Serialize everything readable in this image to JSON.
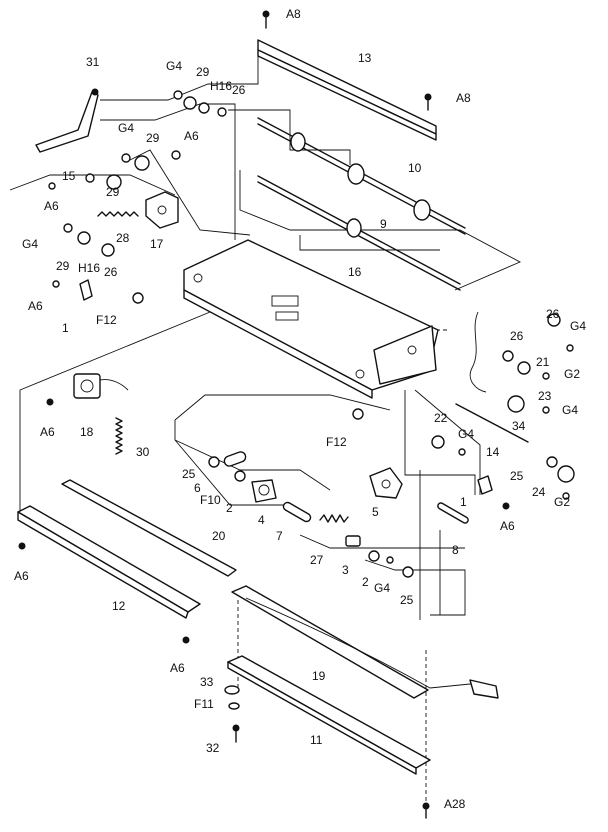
{
  "callouts": [
    {
      "id": "A8-top",
      "text": "A8"
    },
    {
      "id": "13",
      "text": "13"
    },
    {
      "id": "A8-right",
      "text": "A8"
    },
    {
      "id": "31",
      "text": "31"
    },
    {
      "id": "G4-a",
      "text": "G4"
    },
    {
      "id": "29-a",
      "text": "29"
    },
    {
      "id": "H16-a",
      "text": "H16"
    },
    {
      "id": "26-a",
      "text": "26"
    },
    {
      "id": "G4-b",
      "text": "G4"
    },
    {
      "id": "29-b",
      "text": "29"
    },
    {
      "id": "A6-a",
      "text": "A6"
    },
    {
      "id": "10",
      "text": "10"
    },
    {
      "id": "15",
      "text": "15"
    },
    {
      "id": "29-c",
      "text": "29"
    },
    {
      "id": "A6-b",
      "text": "A6"
    },
    {
      "id": "9",
      "text": "9"
    },
    {
      "id": "G4-c",
      "text": "G4"
    },
    {
      "id": "28",
      "text": "28"
    },
    {
      "id": "17",
      "text": "17"
    },
    {
      "id": "29-d",
      "text": "29"
    },
    {
      "id": "H16-b",
      "text": "H16"
    },
    {
      "id": "26-b",
      "text": "26"
    },
    {
      "id": "16",
      "text": "16"
    },
    {
      "id": "A6-c",
      "text": "A6"
    },
    {
      "id": "F12-a",
      "text": "F12"
    },
    {
      "id": "1-a",
      "text": "1"
    },
    {
      "id": "26-c",
      "text": "26"
    },
    {
      "id": "G4-d",
      "text": "G4"
    },
    {
      "id": "26-d",
      "text": "26"
    },
    {
      "id": "21",
      "text": "21"
    },
    {
      "id": "G2-a",
      "text": "G2"
    },
    {
      "id": "23",
      "text": "23"
    },
    {
      "id": "A6-d",
      "text": "A6"
    },
    {
      "id": "18",
      "text": "18"
    },
    {
      "id": "G4-e",
      "text": "G4"
    },
    {
      "id": "34",
      "text": "34"
    },
    {
      "id": "22",
      "text": "22"
    },
    {
      "id": "G4-f",
      "text": "G4"
    },
    {
      "id": "F12-b",
      "text": "F12"
    },
    {
      "id": "14",
      "text": "14"
    },
    {
      "id": "30",
      "text": "30"
    },
    {
      "id": "25-a",
      "text": "25"
    },
    {
      "id": "6",
      "text": "6"
    },
    {
      "id": "F10",
      "text": "F10"
    },
    {
      "id": "2-a",
      "text": "2"
    },
    {
      "id": "25-b",
      "text": "25"
    },
    {
      "id": "24",
      "text": "24"
    },
    {
      "id": "G2-b",
      "text": "G2"
    },
    {
      "id": "4",
      "text": "4"
    },
    {
      "id": "5",
      "text": "5"
    },
    {
      "id": "1-b",
      "text": "1"
    },
    {
      "id": "A6-e",
      "text": "A6"
    },
    {
      "id": "20",
      "text": "20"
    },
    {
      "id": "7",
      "text": "7"
    },
    {
      "id": "27",
      "text": "27"
    },
    {
      "id": "8",
      "text": "8"
    },
    {
      "id": "3",
      "text": "3"
    },
    {
      "id": "2-b",
      "text": "2"
    },
    {
      "id": "G4-g",
      "text": "G4"
    },
    {
      "id": "25-c",
      "text": "25"
    },
    {
      "id": "A6-f",
      "text": "A6"
    },
    {
      "id": "12",
      "text": "12"
    },
    {
      "id": "A6-g",
      "text": "A6"
    },
    {
      "id": "19",
      "text": "19"
    },
    {
      "id": "33",
      "text": "33"
    },
    {
      "id": "F11",
      "text": "F11"
    },
    {
      "id": "11",
      "text": "11"
    },
    {
      "id": "32",
      "text": "32"
    },
    {
      "id": "A28",
      "text": "A28"
    }
  ]
}
